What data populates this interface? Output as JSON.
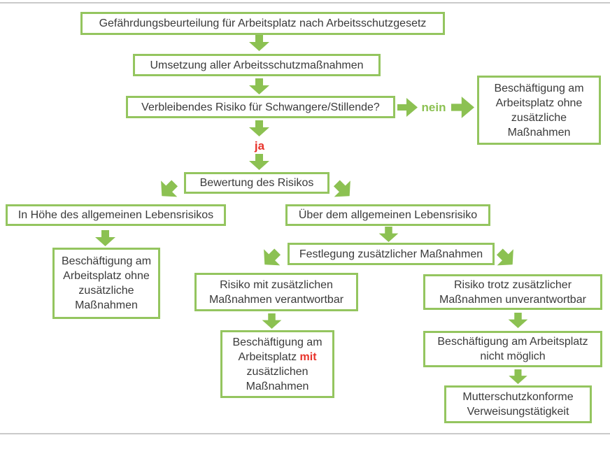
{
  "colors": {
    "green": "#8cc152",
    "green_border": "#94c55f",
    "red": "#e8332b",
    "text": "#3a3a3a",
    "line": "#cacaca"
  },
  "flowchart": {
    "nodes": {
      "assessment": "Gefährdungsbeurteilung für Arbeitsplatz nach Arbeitsschutzgesetz",
      "implementation": "Umsetzung aller Arbeitsschutzmaßnahmen",
      "residual_risk": "Verbleibendes Risiko für Schwangere/Stillende?",
      "no_extra_measures_right": "Beschäftigung am Arbeitsplatz ohne zusätzliche Maßnahmen",
      "risk_evaluation": "Bewertung des Risikos",
      "general_life_risk": "In Höhe des allgemeinen Lebensrisikos",
      "above_life_risk": "Über dem allgemeinen Lebensrisiko",
      "no_extra_measures_left": "Beschäftigung am Arbeitsplatz ohne zusätzliche Maßnahmen",
      "define_measures": "Festlegung zusätzlicher Maßnahmen",
      "risk_acceptable": "Risiko mit zusätzlichen Maßnahmen verantwortbar",
      "risk_unacceptable": "Risiko trotz zusätzlicher Maßnahmen unverantwortbar",
      "with_measures": {
        "pre": "Beschäftigung am Arbeitsplatz ",
        "emphasis": "mit",
        "post": " zusätzlichen Maßnahmen"
      },
      "not_possible": "Beschäftigung am Arbeitsplatz nicht möglich",
      "reassignment": "Mutterschutzkonforme Verweisungstätigkeit"
    },
    "edge_labels": {
      "yes": "ja",
      "no": "nein"
    }
  }
}
